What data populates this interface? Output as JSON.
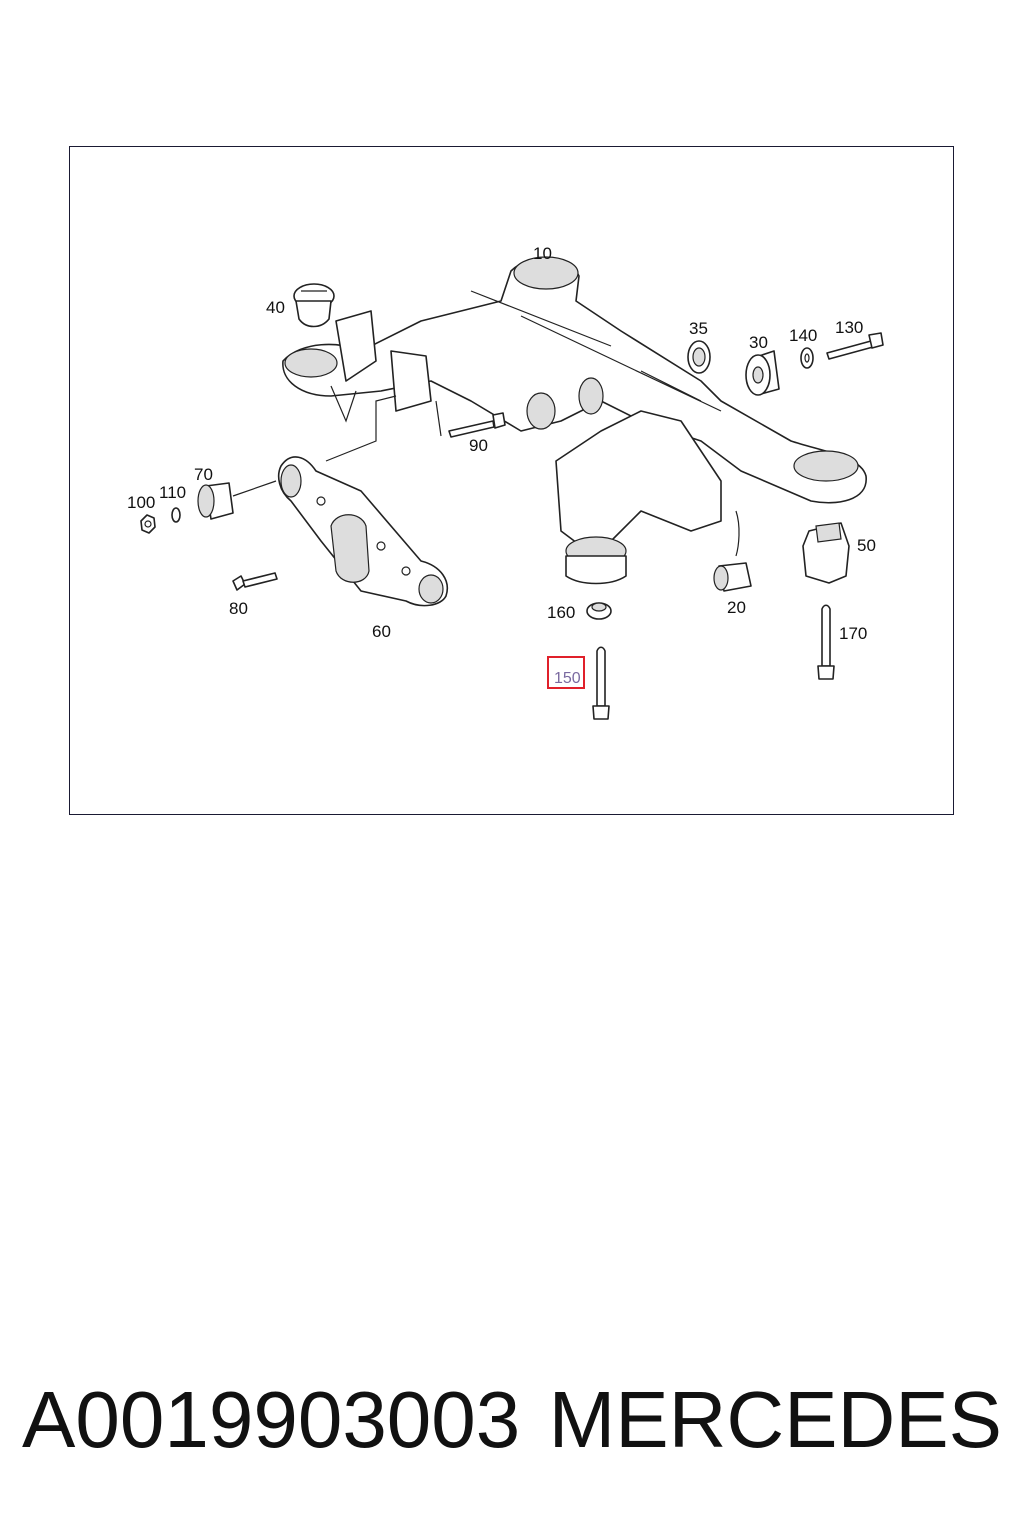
{
  "diagram": {
    "callouts": {
      "c10": "10",
      "c20": "20",
      "c30": "30",
      "c35": "35",
      "c40": "40",
      "c50": "50",
      "c60": "60",
      "c70": "70",
      "c80": "80",
      "c90": "90",
      "c100": "100",
      "c110": "110",
      "c130": "130",
      "c140": "140",
      "c150": "150",
      "c160": "160",
      "c170": "170"
    },
    "highlight_color": "#e0202a",
    "highlighted_callout": "150"
  },
  "footer": {
    "part_number": "A0019903003",
    "brand": "MERCEDES"
  }
}
